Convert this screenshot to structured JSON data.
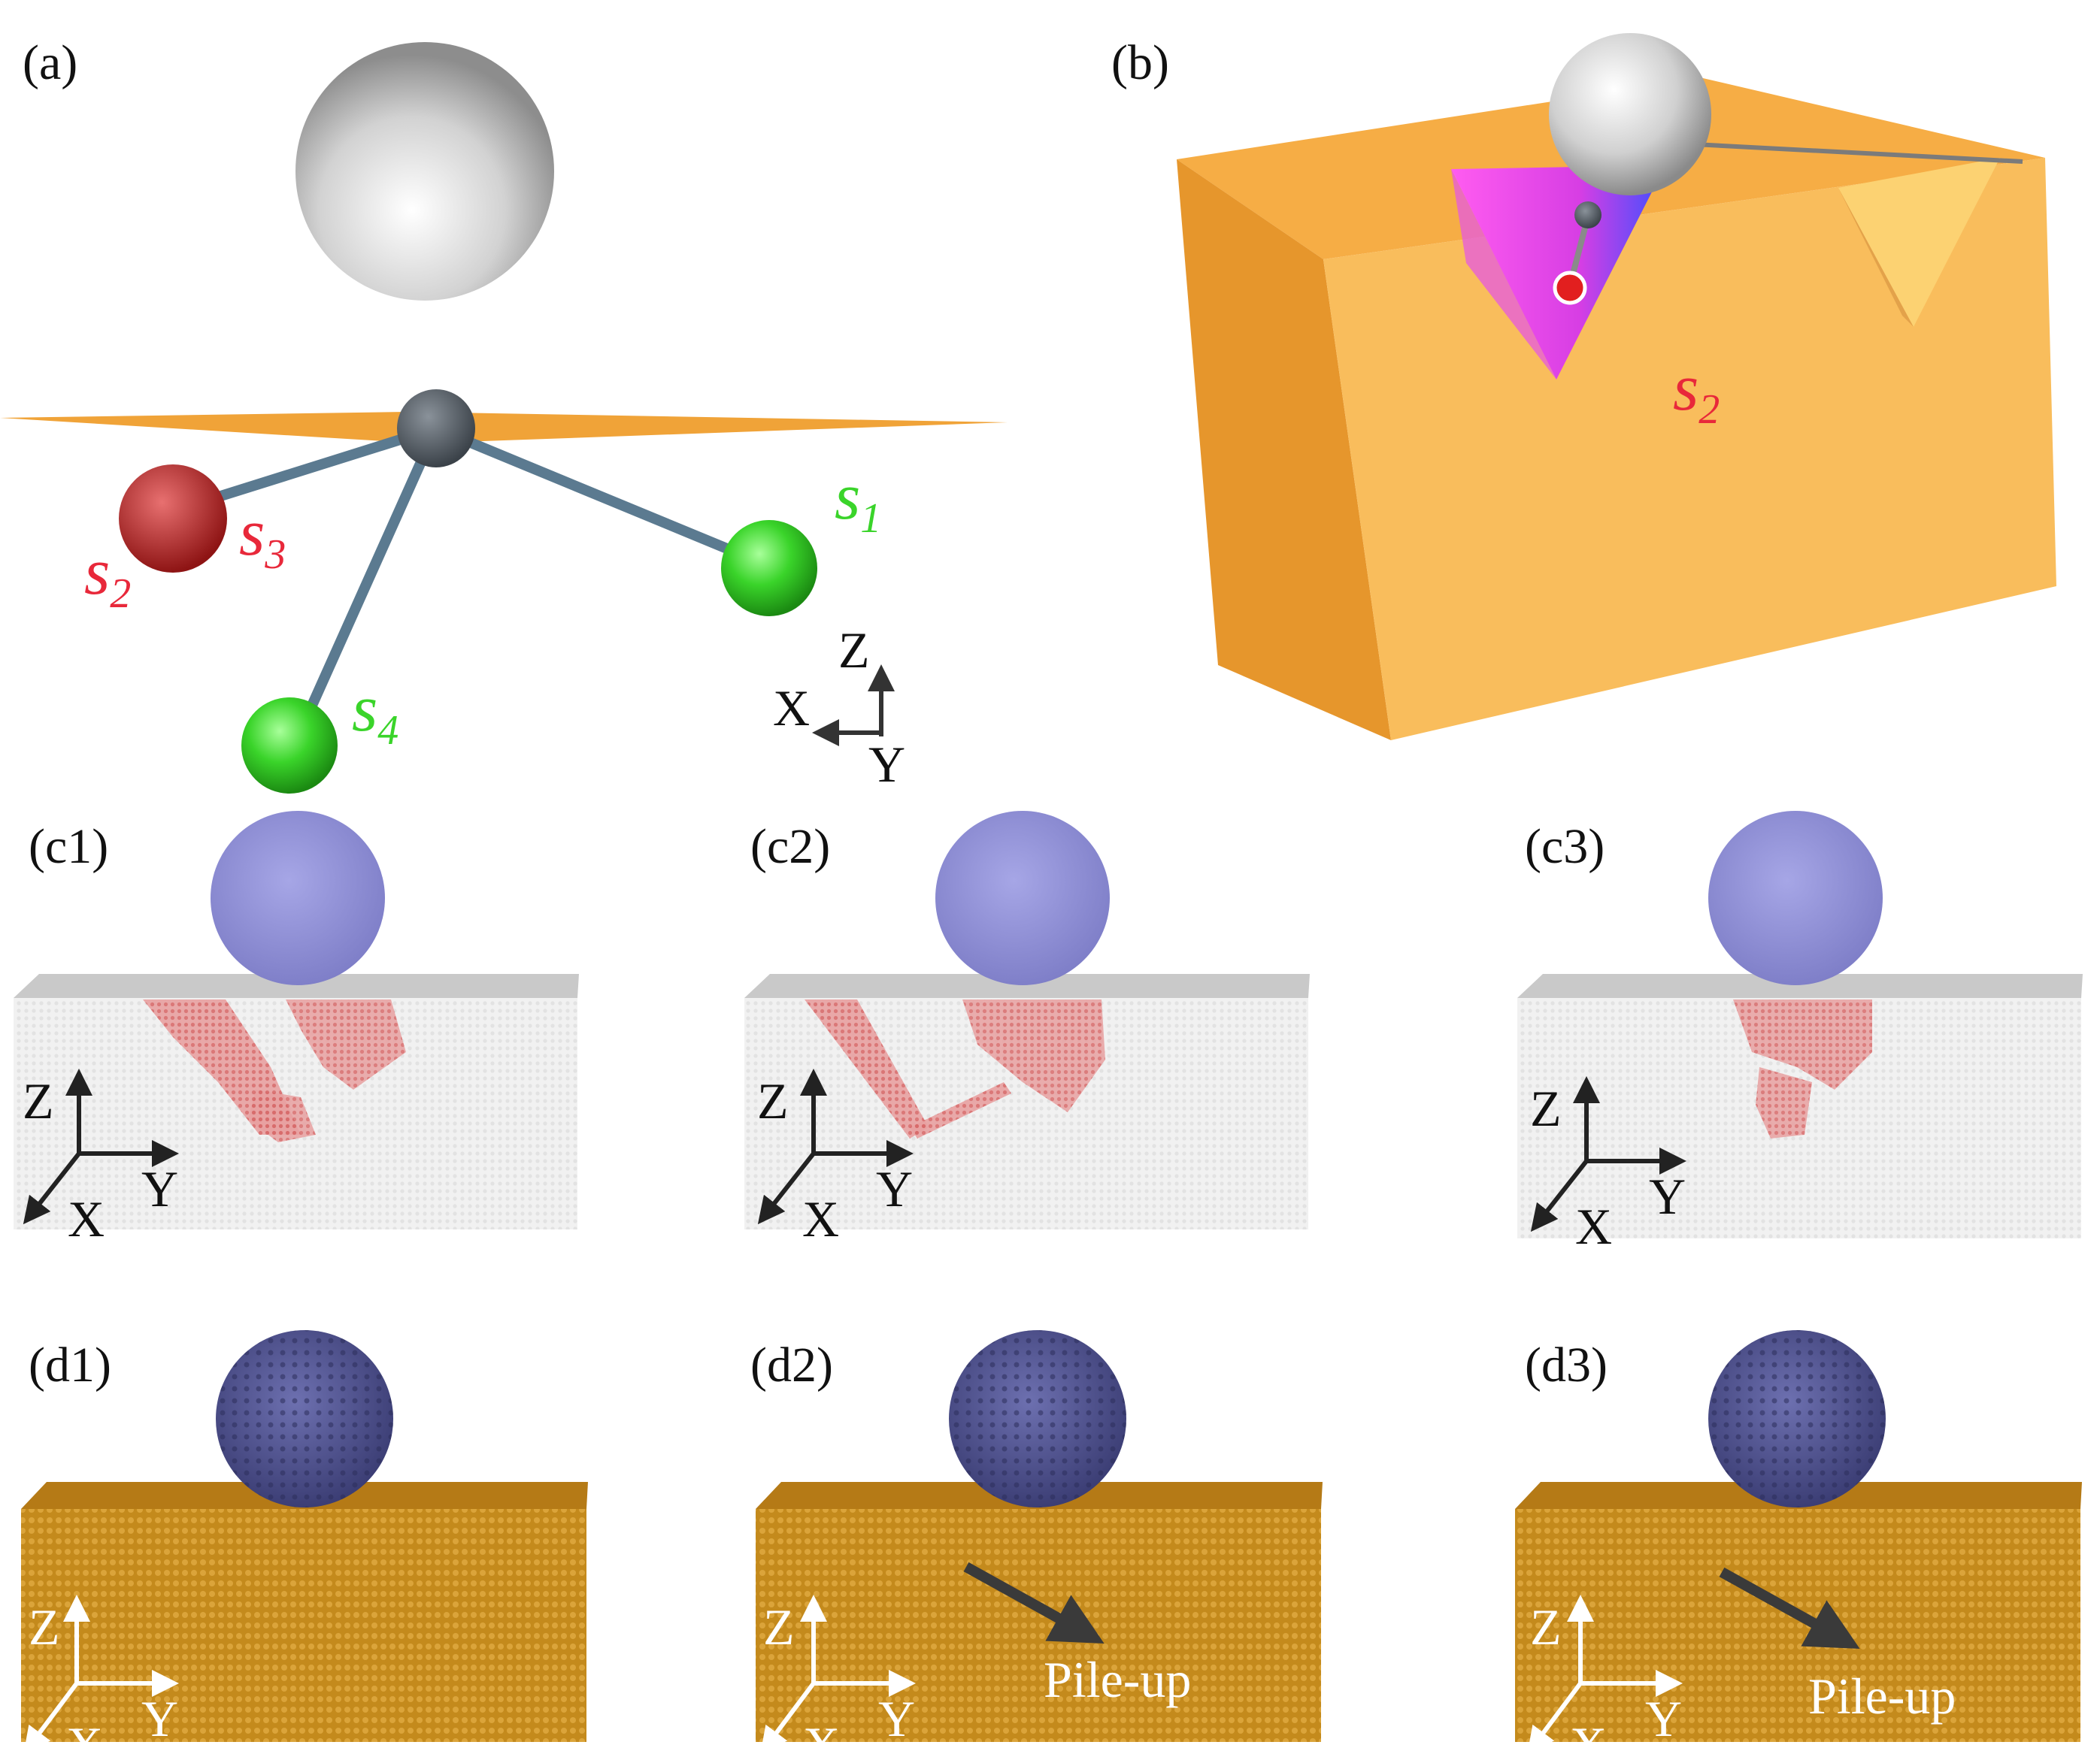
{
  "panels": {
    "a": {
      "label": "(a)",
      "sites": {
        "s1": {
          "base": "s",
          "sub": "1"
        },
        "s2": {
          "base": "s",
          "sub": "2"
        },
        "s3": {
          "base": "s",
          "sub": "3"
        },
        "s4": {
          "base": "s",
          "sub": "4"
        }
      },
      "axes": {
        "z": "Z",
        "x": "X",
        "y": "Y"
      }
    },
    "b": {
      "label": "(b)",
      "site": {
        "base": "s",
        "sub": "2"
      }
    },
    "c1": {
      "label": "(c1)",
      "axes": {
        "z": "Z",
        "x": "X",
        "y": "Y"
      }
    },
    "c2": {
      "label": "(c2)",
      "axes": {
        "z": "Z",
        "x": "X",
        "y": "Y"
      }
    },
    "c3": {
      "label": "(c3)",
      "axes": {
        "z": "Z",
        "x": "X",
        "y": "Y"
      }
    },
    "d1": {
      "label": "(d1)",
      "axes": {
        "z": "Z",
        "x": "X",
        "y": "Y"
      }
    },
    "d2": {
      "label": "(d2)",
      "axes": {
        "z": "Z",
        "x": "X",
        "y": "Y"
      },
      "annotation": "Pile-up"
    },
    "d3": {
      "label": "(d3)",
      "axes": {
        "z": "Z",
        "x": "X",
        "y": "Y"
      },
      "annotation": "Pile-up"
    }
  },
  "colors": {
    "orange_block": "#f7b24a",
    "gold_substrate": "#c98a18",
    "grey_sphere": "#d8d8d8",
    "blue_sphere": "#8f8fd4",
    "dark_blue_sphere": "#4d4f8c",
    "red_defect": "#e07a7a",
    "green_atom": "#3ad42a",
    "red_atom": "#c62828"
  }
}
